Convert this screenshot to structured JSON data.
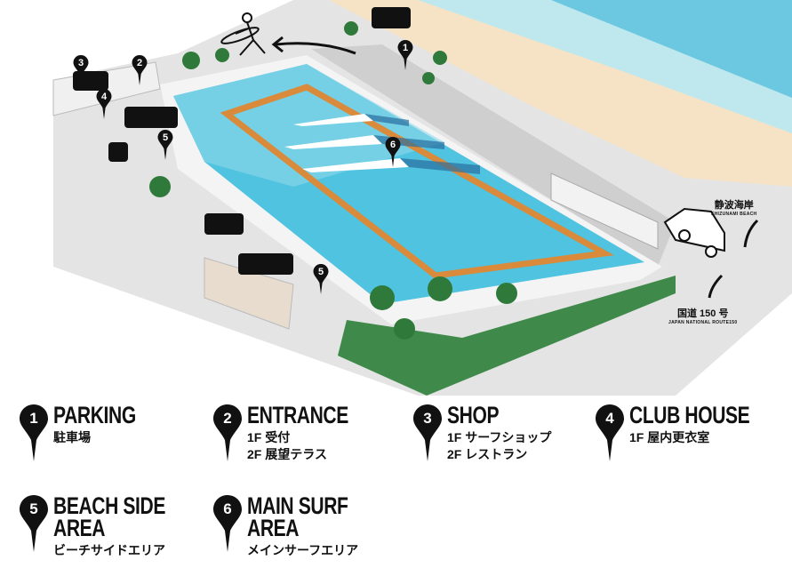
{
  "map": {
    "labels": {
      "beach": {
        "jp": "静波海岸",
        "en": "SHIZUNAMI BEACH"
      },
      "route": {
        "jp": "国道 150 号",
        "en": "JAPAN NATIONAL ROUTE150"
      }
    },
    "markers": [
      "1",
      "2",
      "3",
      "4",
      "5",
      "5",
      "6"
    ],
    "colors": {
      "pool": "#4fc3e0",
      "track": "#d98a3a",
      "sand": "#f6e3c6",
      "sea": "#bfe8ee",
      "ground": "#e3e3e3",
      "grass": "#3f8a4a"
    },
    "icons": [
      "surfer-icon",
      "car-icon",
      "shower-icon",
      "restroom-icon",
      "hanger-icon",
      "palm-tree-icon",
      "arrow-icon"
    ]
  },
  "legend": [
    {
      "num": "1",
      "title": "PARKING",
      "lines": [
        "駐車場"
      ]
    },
    {
      "num": "2",
      "title": "ENTRANCE",
      "lines": [
        "1F 受付",
        "2F 展望テラス"
      ]
    },
    {
      "num": "3",
      "title": "SHOP",
      "lines": [
        "1F サーフショップ",
        "2F レストラン"
      ]
    },
    {
      "num": "4",
      "title": "CLUB HOUSE",
      "lines": [
        "1F 屋内更衣室"
      ]
    },
    {
      "num": "5",
      "title": "BEACH SIDE",
      "title2": "AREA",
      "lines": [
        "ビーチサイドエリア"
      ]
    },
    {
      "num": "6",
      "title": "MAIN SURF",
      "title2": "AREA",
      "lines": [
        "メインサーフエリア"
      ]
    }
  ]
}
